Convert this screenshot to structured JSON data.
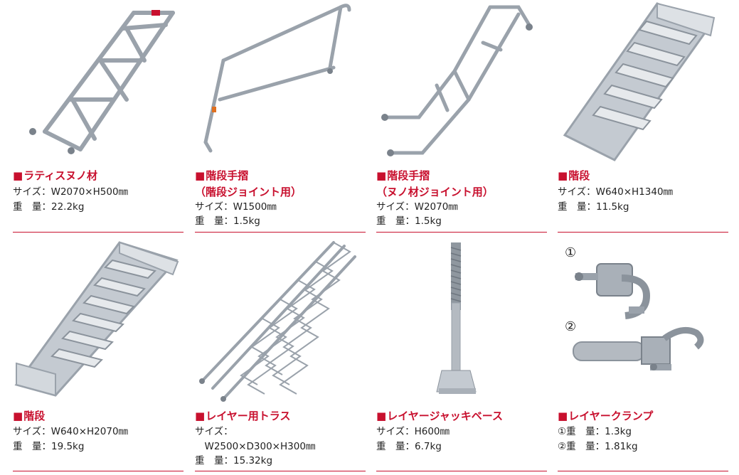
{
  "products": [
    {
      "title": "ラティスヌノ材",
      "subtitle": "",
      "spec1": "サイズ：W2070×H500㎜",
      "spec2": "重　量：22.2kg",
      "spec3": "",
      "icon": "lattice-brace-icon"
    },
    {
      "title": "階段手摺",
      "subtitle": "（階段ジョイント用）",
      "spec1": "サイズ：W1500㎜",
      "spec2": "重　量：1.5kg",
      "spec3": "",
      "icon": "stair-handrail-icon"
    },
    {
      "title": "階段手摺",
      "subtitle": "（ヌノ材ジョイント用）",
      "spec1": "サイズ：W2070㎜",
      "spec2": "重　量：1.5kg",
      "spec3": "",
      "icon": "ledger-handrail-icon"
    },
    {
      "title": "階段",
      "subtitle": "",
      "spec1": "サイズ：W640×H1340㎜",
      "spec2": "重　量：11.5kg",
      "spec3": "",
      "icon": "short-stair-icon"
    },
    {
      "title": "階段",
      "subtitle": "",
      "spec1": "サイズ：W640×H2070㎜",
      "spec2": "重　量：19.5kg",
      "spec3": "",
      "icon": "long-stair-icon"
    },
    {
      "title": "レイヤー用トラス",
      "subtitle": "",
      "spec1": "サイズ：",
      "spec2": "　W2500×D300×H300㎜",
      "spec3": "重　量：15.32kg",
      "icon": "truss-icon"
    },
    {
      "title": "レイヤージャッキベース",
      "subtitle": "",
      "spec1": "サイズ：H600㎜",
      "spec2": "重　量：6.7kg",
      "spec3": "",
      "icon": "jack-base-icon"
    },
    {
      "title": "レイヤークランプ",
      "subtitle": "",
      "spec1": "①重　量：1.3kg",
      "spec2": "②重　量：1.81kg",
      "spec3": "",
      "icon": "clamp-icon"
    }
  ],
  "clamp_labels": [
    "①",
    "②"
  ],
  "colors": {
    "accent": "#c8102e",
    "metal": "#a9b0b8",
    "metal_dark": "#6f7780"
  }
}
